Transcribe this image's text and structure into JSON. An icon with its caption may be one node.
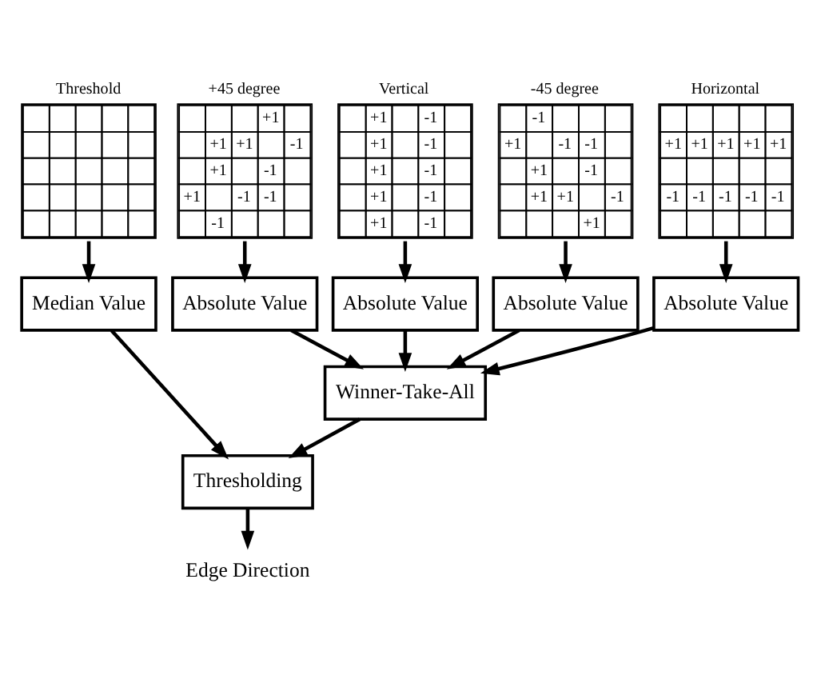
{
  "diagram": {
    "nodes": [
      {
        "text": [
          "Horizontal",
          "+1",
          "+1",
          "+1",
          "+1",
          "+1",
          "-1",
          "-1",
          "-1",
          "-1",
          "-1"
        ]
      },
      {
        "text": [
          "+45 degree",
          "+1",
          "+1",
          "+1",
          "-1",
          "+1",
          "-1",
          "+1",
          "-1",
          "-1",
          "-1"
        ]
      },
      {
        "text": [
          "Vertical",
          "+1",
          "-1",
          "+1",
          "-1",
          "+1",
          "-1",
          "+1",
          "-1",
          "+1",
          "-1"
        ]
      },
      {
        "text": [
          "-45 degree",
          "-1",
          "+1",
          "-1",
          "-1",
          "+1",
          "-1",
          "+1",
          "+1",
          "-1",
          "+1"
        ]
      },
      {
        "text": [
          "Threshold"
        ]
      },
      {
        "text": [
          "Absolute Value"
        ]
      },
      {
        "text": [
          "Absolute Value"
        ]
      },
      {
        "text": [
          "Absolute Value"
        ]
      },
      {
        "text": [
          "Absolute Value"
        ]
      },
      {
        "text": [
          "Median Value"
        ]
      },
      {
        "text": [
          "Winner-Take-All"
        ]
      },
      {
        "text": [
          "Thresholding"
        ]
      },
      {
        "text": [
          "Edge Direction"
        ]
      }
    ],
    "edges": [
      {
        "from": 0,
        "to": 5,
        "arrow": "to"
      },
      {
        "from": 1,
        "to": 6,
        "arrow": "to"
      },
      {
        "from": 2,
        "to": 7,
        "arrow": "to"
      },
      {
        "from": 3,
        "to": 8,
        "arrow": "to"
      },
      {
        "from": 4,
        "to": 9,
        "arrow": "to"
      },
      {
        "from": 5,
        "to": 10,
        "arrow": "to"
      },
      {
        "from": 6,
        "to": 10,
        "arrow": "to"
      },
      {
        "from": 7,
        "to": 10,
        "arrow": "to"
      },
      {
        "from": 8,
        "to": 10,
        "arrow": "to"
      },
      {
        "from": 10,
        "to": 11,
        "arrow": "to"
      },
      {
        "from": 9,
        "to": 11,
        "arrow": "to"
      },
      {
        "from": 11,
        "to": 12,
        "arrow": "to"
      }
    ]
  }
}
